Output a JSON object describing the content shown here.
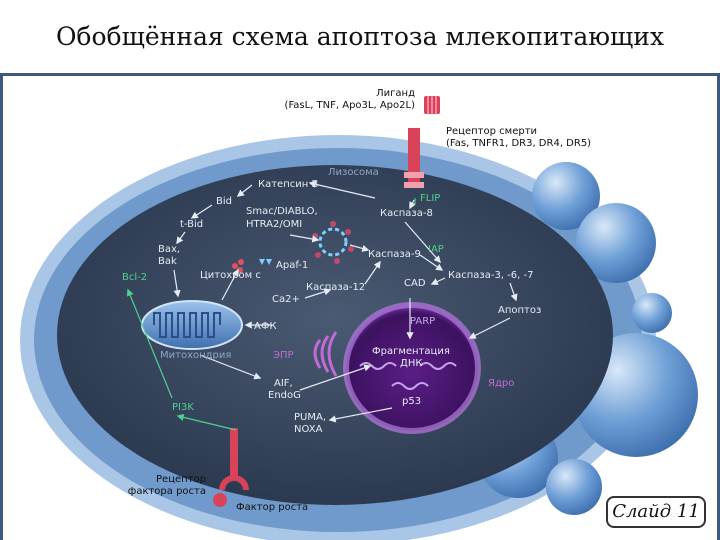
{
  "title": "Обобщённая схема апоптоза млекопитающих",
  "slide_label": "Слайд 11",
  "labels": {
    "ligand": "Лиганд",
    "ligand_examples": "(FasL, TNF, Apo3L, Apo2L)",
    "death_receptor": "Рецептор смерти",
    "death_receptor_examples": "(Fas, TNFR1, DR3, DR4, DR5)",
    "lysosome": "Лизосома",
    "cathepsin_b": "Катепсин B",
    "bid": "Bid",
    "t_bid": "t-Bid",
    "bax_bak": "Bax,",
    "bak": "Bak",
    "bcl2": "Bcl-2",
    "smac": "Smac/DIABLO,",
    "htra2": "HTRA2/OMI",
    "flip": "FLIP",
    "caspase8": "Каспаза-8",
    "caspase9": "Каспаза-9",
    "iap": "IAP",
    "caspase_3_6_7": "Каспаза-3, -6, -7",
    "apaf1": "Apaf-1",
    "cytochrome_c": "Цитохром c",
    "ca2": "Ca2+",
    "caspase12": "Каспаза-12",
    "cad": "CAD",
    "apoptosis": "Апоптоз",
    "afk": "АФК",
    "mitochondria": "Митохондрия",
    "er": "ЭПР",
    "parp": "PARP",
    "dna_fragmentation": "Фрагментация",
    "dna": "ДНК",
    "nucleus": "Ядро",
    "aif": "AIF,",
    "endog": "EndoG",
    "p53": "p53",
    "pi3k": "PI3K",
    "puma": "PUMA,",
    "noxa": "NOXA",
    "gf_receptor": "Рецептор",
    "gf_receptor2": "фактора роста",
    "growth_factor": "Фактор роста"
  },
  "colors": {
    "accent": "#3c5a80",
    "cytoplasm": "#2f3e56",
    "membrane": "#8fb4dc",
    "nucleus": "#7b2ea6",
    "receptor": "#d9435a",
    "green_label": "#4fd18b",
    "text_light": "#e6ecf4"
  }
}
